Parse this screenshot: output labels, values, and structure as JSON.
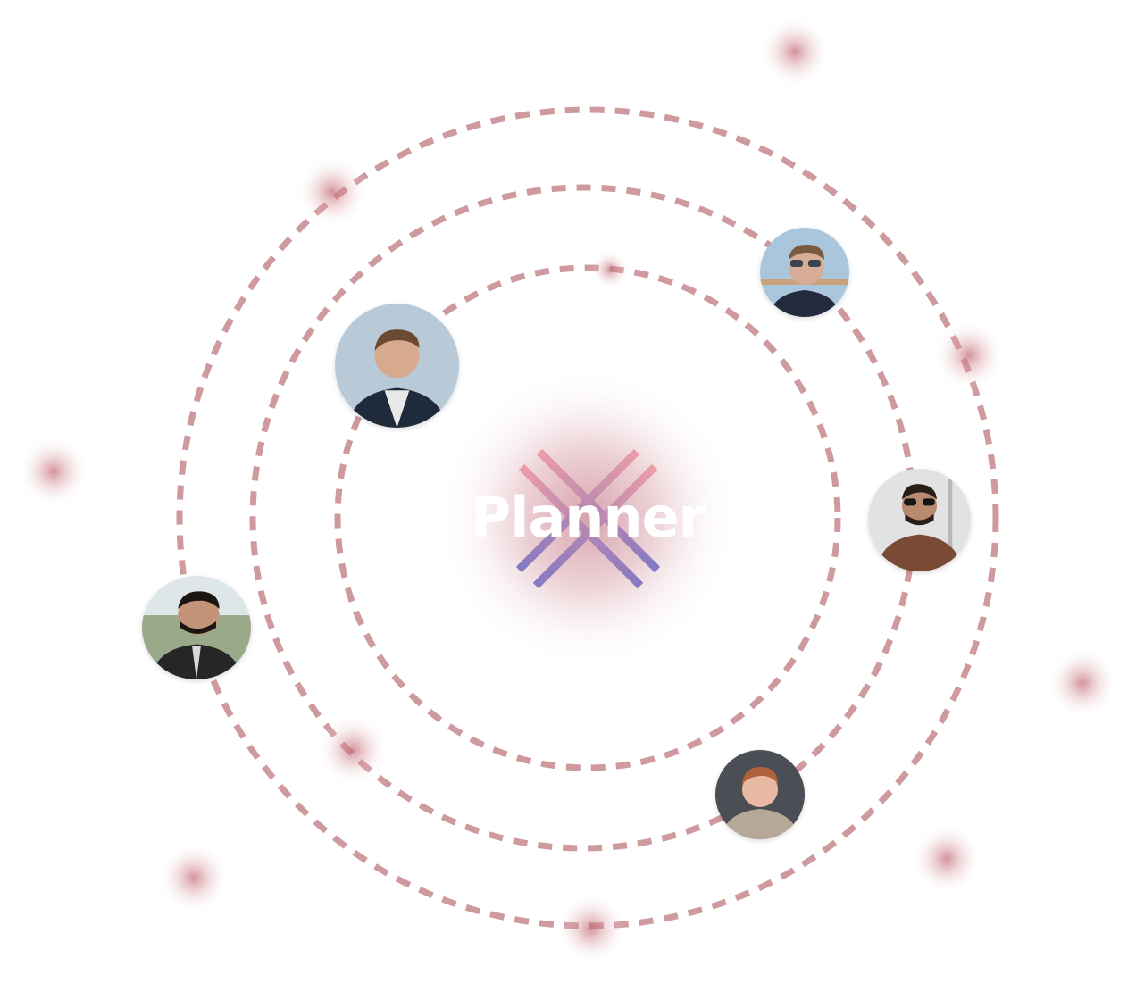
{
  "brand": {
    "word": "Planner",
    "logo_icon": "x-mark-icon",
    "gradient_start": "#ec9aa5",
    "gradient_end": "#7d74c2",
    "glow_color": "#c98290"
  },
  "colors": {
    "orbit_stroke": "#cf9a9e",
    "dot_glow": "#c0646f",
    "background": "#ffffff"
  },
  "orbit_count": 3,
  "avatars": [
    {
      "name": "team-member-1",
      "icon": "person-avatar",
      "shirt": "#1f2a3a",
      "skin": "#d7a98e",
      "hair": "#6b4a33",
      "bg": "#b8cad8"
    },
    {
      "name": "team-member-2",
      "icon": "person-avatar",
      "shirt": "#232a3e",
      "skin": "#d7ad98",
      "hair": "#7a5a40",
      "bg": "#a9c6dd"
    },
    {
      "name": "team-member-3",
      "icon": "person-avatar",
      "shirt": "#7a4a34",
      "skin": "#b88a6e",
      "hair": "#2a1e18",
      "bg": "#e2e2e2"
    },
    {
      "name": "team-member-4",
      "icon": "person-avatar",
      "shirt": "#262626",
      "skin": "#c49478",
      "hair": "#1c1612",
      "bg": "#99a98a"
    },
    {
      "name": "team-member-5",
      "icon": "person-avatar",
      "shirt": "#b5a896",
      "skin": "#e8b8a2",
      "hair": "#b0603a",
      "bg": "#4b4f55"
    }
  ]
}
